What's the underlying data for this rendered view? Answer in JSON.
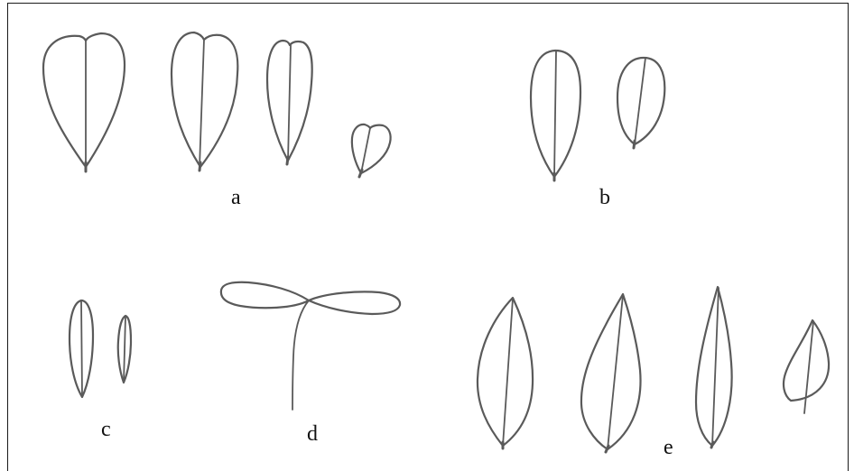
{
  "figure": {
    "panels": [
      {
        "id": "a",
        "label": "a",
        "leaf_count": 4,
        "shape": "obcordate"
      },
      {
        "id": "b",
        "label": "b",
        "leaf_count": 2,
        "shape": "oblong-oval"
      },
      {
        "id": "c",
        "label": "c",
        "leaf_count": 2,
        "shape": "linear"
      },
      {
        "id": "d",
        "label": "d",
        "leaf_count": 2,
        "shape": "seedling-cotyledons"
      },
      {
        "id": "e",
        "label": "e",
        "leaf_count": 4,
        "shape": "lanceolate"
      }
    ]
  },
  "colors": {
    "line": "#5a5a5a",
    "frame": "#1a1a1a",
    "background": "#ffffff"
  }
}
